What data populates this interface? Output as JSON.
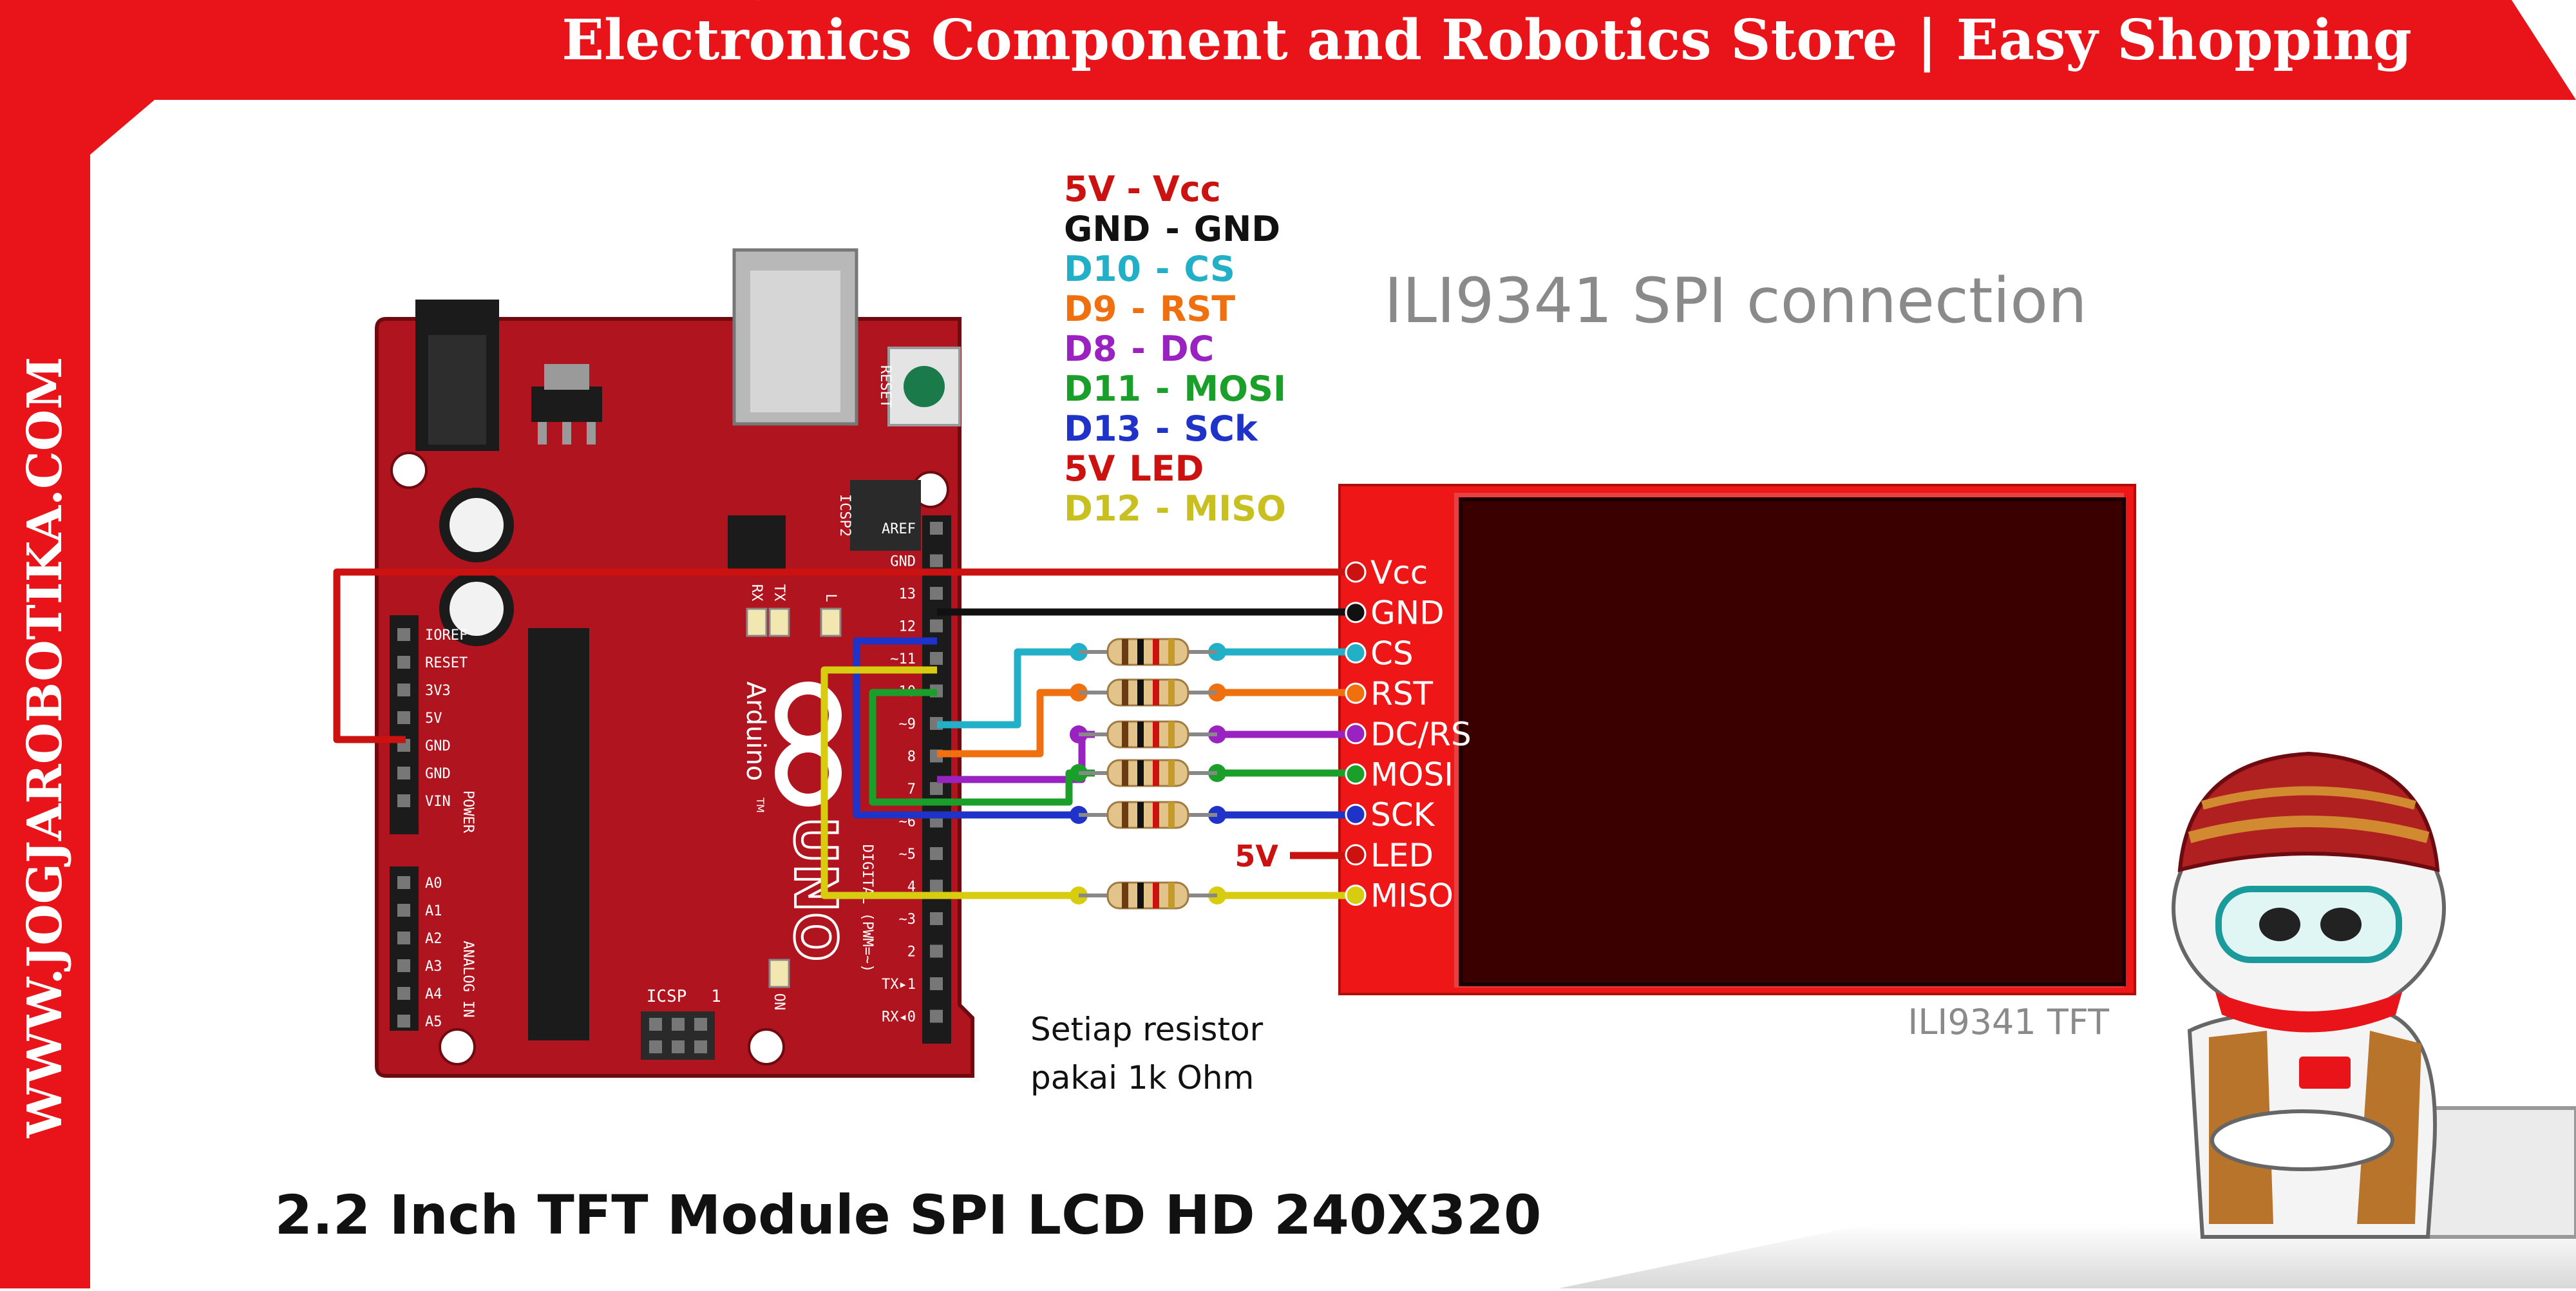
{
  "banner": {
    "title": "Electronics Component and Robotics Store | Easy Shopping",
    "side_url": "WWW.JOGJAROBOTIKA.COM",
    "colors": {
      "brand_red": "#e8141a"
    }
  },
  "diagram": {
    "title": "ILI9341 SPI connection",
    "tft_caption": "ILI9341 TFT",
    "resistor_note_line1": "Setiap resistor",
    "resistor_note_line2": "pakai 1k Ohm",
    "led_supply": "5V",
    "product_title": "2.2 Inch TFT Module SPI LCD HD 240X320"
  },
  "legend": [
    {
      "arduino": "5V",
      "dash": "-",
      "tft": "Vcc",
      "color": "#cc1111"
    },
    {
      "arduino": "GND",
      "dash": "-",
      "tft": "GND",
      "color": "#111111"
    },
    {
      "arduino": "D10",
      "dash": "-",
      "tft": "CS",
      "color": "#22b0c8"
    },
    {
      "arduino": "D9",
      "dash": "-",
      "tft": "RST",
      "color": "#f07010"
    },
    {
      "arduino": "D8",
      "dash": "-",
      "tft": "DC",
      "color": "#9a22c0"
    },
    {
      "arduino": "D11",
      "dash": "-",
      "tft": "MOSI",
      "color": "#1aa02a"
    },
    {
      "arduino": "D13",
      "dash": "-",
      "tft": "SCk",
      "color": "#1f33c8"
    },
    {
      "arduino": "5V",
      "dash": "",
      "tft": "LED",
      "color": "#cc1111"
    },
    {
      "arduino": "D12",
      "dash": "-",
      "tft": "MISO",
      "color": "#c8c020"
    }
  ],
  "tft_pins": [
    "Vcc",
    "GND",
    "CS",
    "RST",
    "DC/RS",
    "MOSI",
    "SCK",
    "LED",
    "MISO"
  ],
  "arduino": {
    "board_name": "Arduino",
    "trademark": "TM",
    "model": "UNO",
    "reset_label": "RESET",
    "icsp2_label": "ICSP2",
    "icsp_label": "ICSP",
    "icsp_pin": "1",
    "rx_label": "RX",
    "tx_label": "TX",
    "l_label": "L",
    "on_label": "ON",
    "power_label": "POWER",
    "analog_label": "ANALOG IN",
    "digital_label": "DIGITAL (PWM=~)",
    "power_pins": [
      "IOREF",
      "RESET",
      "3V3",
      "5V",
      "GND",
      "GND",
      "VIN"
    ],
    "analog_pins": [
      "A0",
      "A1",
      "A2",
      "A3",
      "A4",
      "A5"
    ],
    "digital_pins": [
      "AREF",
      "GND",
      "13",
      "12",
      "~11",
      "~10",
      "~9",
      "8",
      "7",
      "~6",
      "~5",
      "4",
      "~3",
      "2",
      "TX▸1",
      "RX◂0"
    ],
    "board_color": "#b0141e"
  }
}
